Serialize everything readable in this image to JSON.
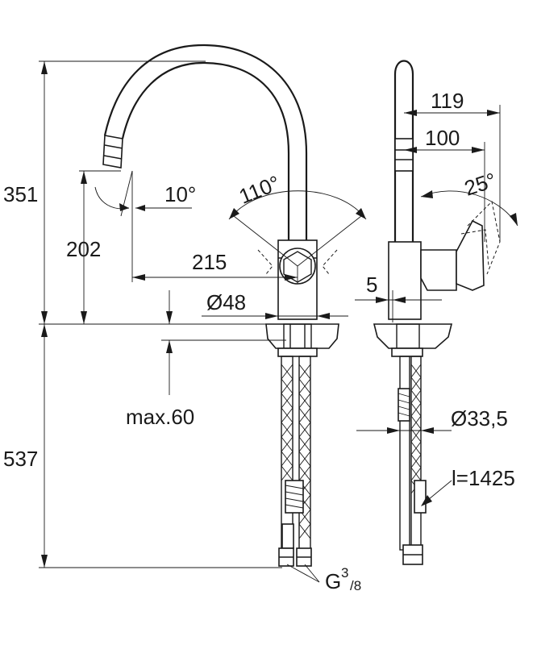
{
  "dimensions": {
    "total_height_above": "351",
    "spout_height": "202",
    "spout_angle": "10°",
    "swivel_angle": "110°",
    "spout_reach": "215",
    "body_diameter": "Ø48",
    "max_thickness": "max.60",
    "hose_length_below": "537",
    "side_reach_top": "119",
    "side_reach_mid": "100",
    "lever_angle": "25°",
    "offset": "5",
    "hole_diameter": "Ø33,5",
    "hose_length": "l=1425",
    "connection_prefix": "G",
    "connection_sup": "3",
    "connection_sub": "/8"
  }
}
